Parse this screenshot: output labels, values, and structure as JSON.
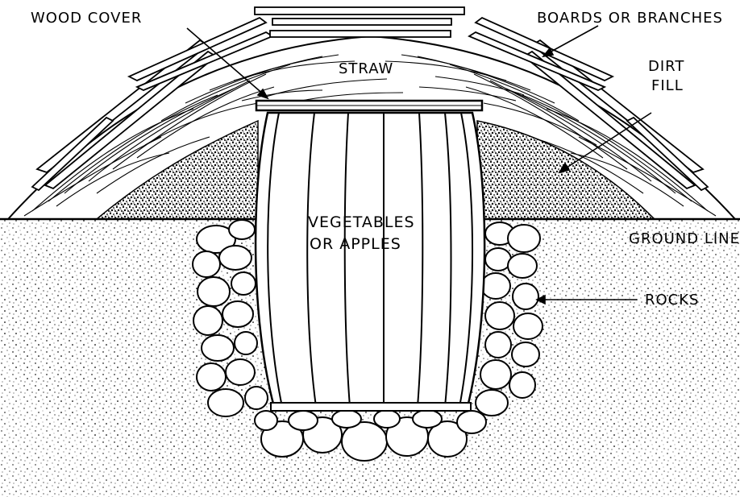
{
  "labels": {
    "wood_cover": "WOOD COVER",
    "boards_or_branches": "BOARDS OR BRANCHES",
    "straw": "STRAW",
    "dirt_fill_line1": "DIRT",
    "dirt_fill_line2": "FILL",
    "vegetables_line1": "VEGETABLES",
    "vegetables_line2": "OR APPLES",
    "ground_line": "GROUND LINE",
    "rocks": "ROCKS"
  },
  "colors": {
    "ink": "#000000",
    "paper": "#ffffff"
  }
}
